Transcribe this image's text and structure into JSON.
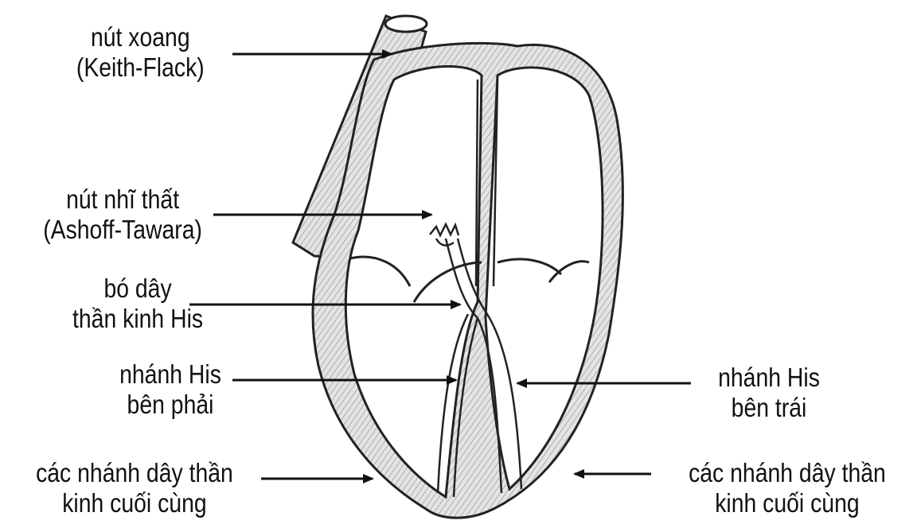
{
  "labels": {
    "sinus_node": {
      "line1": "nút xoang",
      "line2": "(Keith-Flack)"
    },
    "av_node": {
      "line1": "nút nhĩ thất",
      "line2": "(Ashoff-Tawara)"
    },
    "his_bundle": {
      "line1": "bó dây",
      "line2": "thần kinh His"
    },
    "right_branch": {
      "line1": "nhánh His",
      "line2": "bên phải"
    },
    "left_branch": {
      "line1": "nhánh His",
      "line2": "bên trái"
    },
    "terminal_left": {
      "line1": "các nhánh dây thần",
      "line2": "kinh cuối cùng"
    },
    "terminal_right": {
      "line1": "các nhánh dây thần",
      "line2": "kinh cuối cùng"
    }
  },
  "colors": {
    "ink": "#111111",
    "wall_fill": "#d9d9d9",
    "background": "#ffffff"
  }
}
